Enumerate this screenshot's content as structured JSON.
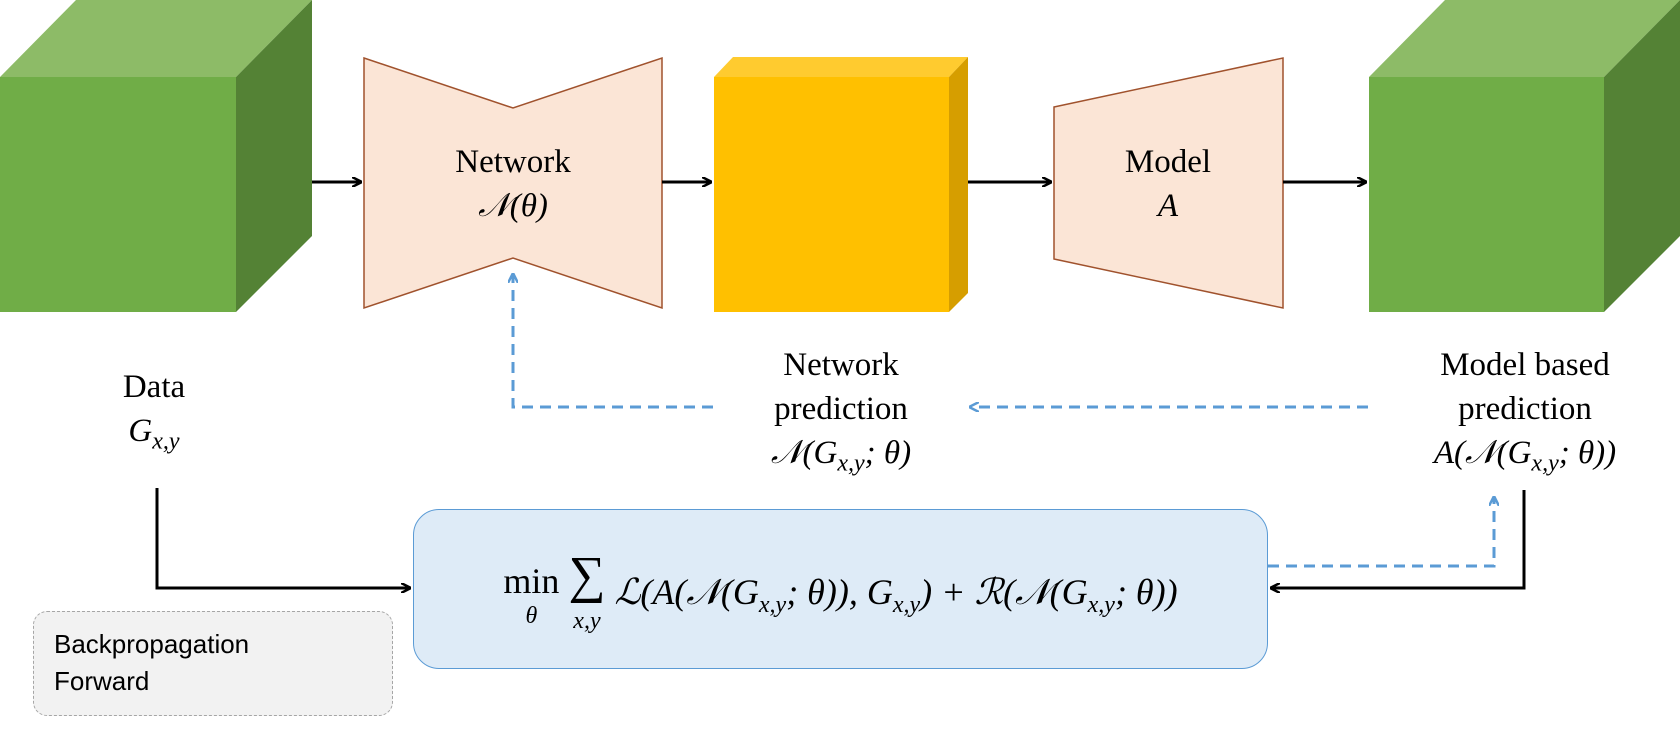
{
  "nodes": {
    "data_cube": {
      "name": "Data",
      "symbol": "G",
      "subscript": "x,y"
    },
    "network": {
      "name": "Network",
      "symbol": "𝒩(θ)"
    },
    "network_prediction": {
      "line1": "Network",
      "line2": "prediction",
      "symbol": "𝒩(G",
      "subscript": "x,y",
      "symbol_tail": "; θ)"
    },
    "model": {
      "name": "Model",
      "symbol": "A"
    },
    "model_prediction": {
      "line1": "Model based",
      "line2": "prediction",
      "symbol": "A(𝒩(G",
      "subscript": "x,y",
      "symbol_tail": "; θ))"
    }
  },
  "loss": {
    "min_label": "min",
    "min_sub": "θ",
    "sum_symbol": "∑",
    "sum_sub": "x,y",
    "term1": "ℒ(A(𝒩(G",
    "term1_sub": "x,y",
    "term1_mid": "; θ)), G",
    "term1_sub2": "x,y",
    "term1_tail": ") + ℛ(𝒩(G",
    "term2_sub": "x,y",
    "term2_tail": "; θ))"
  },
  "legend": {
    "backprop_label": "Backpropagation",
    "forward_label": "Forward"
  },
  "colors": {
    "green_front": "#70ad47",
    "green_top": "#8dbb67",
    "green_side": "#548235",
    "orange_front": "#ffc000",
    "orange_top": "#ffcb2f",
    "orange_side": "#d69e00",
    "trapezoid_fill": "#fbe5d6",
    "trapezoid_stroke": "#a0522d",
    "backprop_blue": "#5b9bd5",
    "loss_fill": "#deebf7"
  }
}
